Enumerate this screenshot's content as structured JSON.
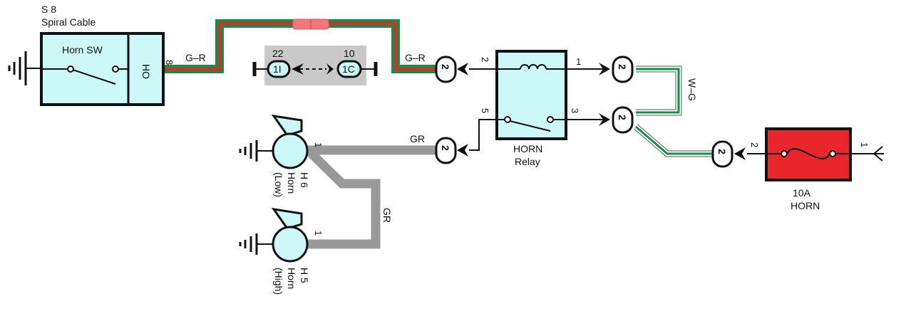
{
  "colors": {
    "component_fill": "#cdf8f8",
    "fuse_fill": "#e8262b",
    "wire_gr": "#999999",
    "wire_green": "#11904a",
    "wire_red": "#c0392b",
    "splice_pink": "#f4757a",
    "connector_box": "#c9c9c9"
  },
  "spiral_cable": {
    "ref": "S 8",
    "name": "Spiral Cable"
  },
  "horn_switch": {
    "label": "Horn SW",
    "terminal": "HO",
    "pin": "8"
  },
  "wires": {
    "g_r_left": "G–R",
    "g_r_right": "G–R",
    "w_g": "W–G",
    "gr_top": "GR",
    "gr_vertical": "GR"
  },
  "inline_connector": {
    "left_pin": "22",
    "left_id": "1I",
    "right_pin": "10",
    "right_id": "1C"
  },
  "relay": {
    "name_line1": "HORN",
    "name_line2": "Relay",
    "pin_coil_in": "2",
    "pin_coil_out": "1",
    "pin_switch_com": "5",
    "pin_switch_no": "3",
    "connector_id": "2"
  },
  "horn_low": {
    "ref": "H 6",
    "name_line1": "Horn",
    "name_line2": "(Low)",
    "pin": "1"
  },
  "horn_high": {
    "ref": "H 5",
    "name_line1": "Horn",
    "name_line2": "(High)",
    "pin": "1"
  },
  "fuse": {
    "rating": "10A",
    "name": "HORN",
    "pin_left": "2",
    "pin_right": "1",
    "connector_id": "2"
  }
}
